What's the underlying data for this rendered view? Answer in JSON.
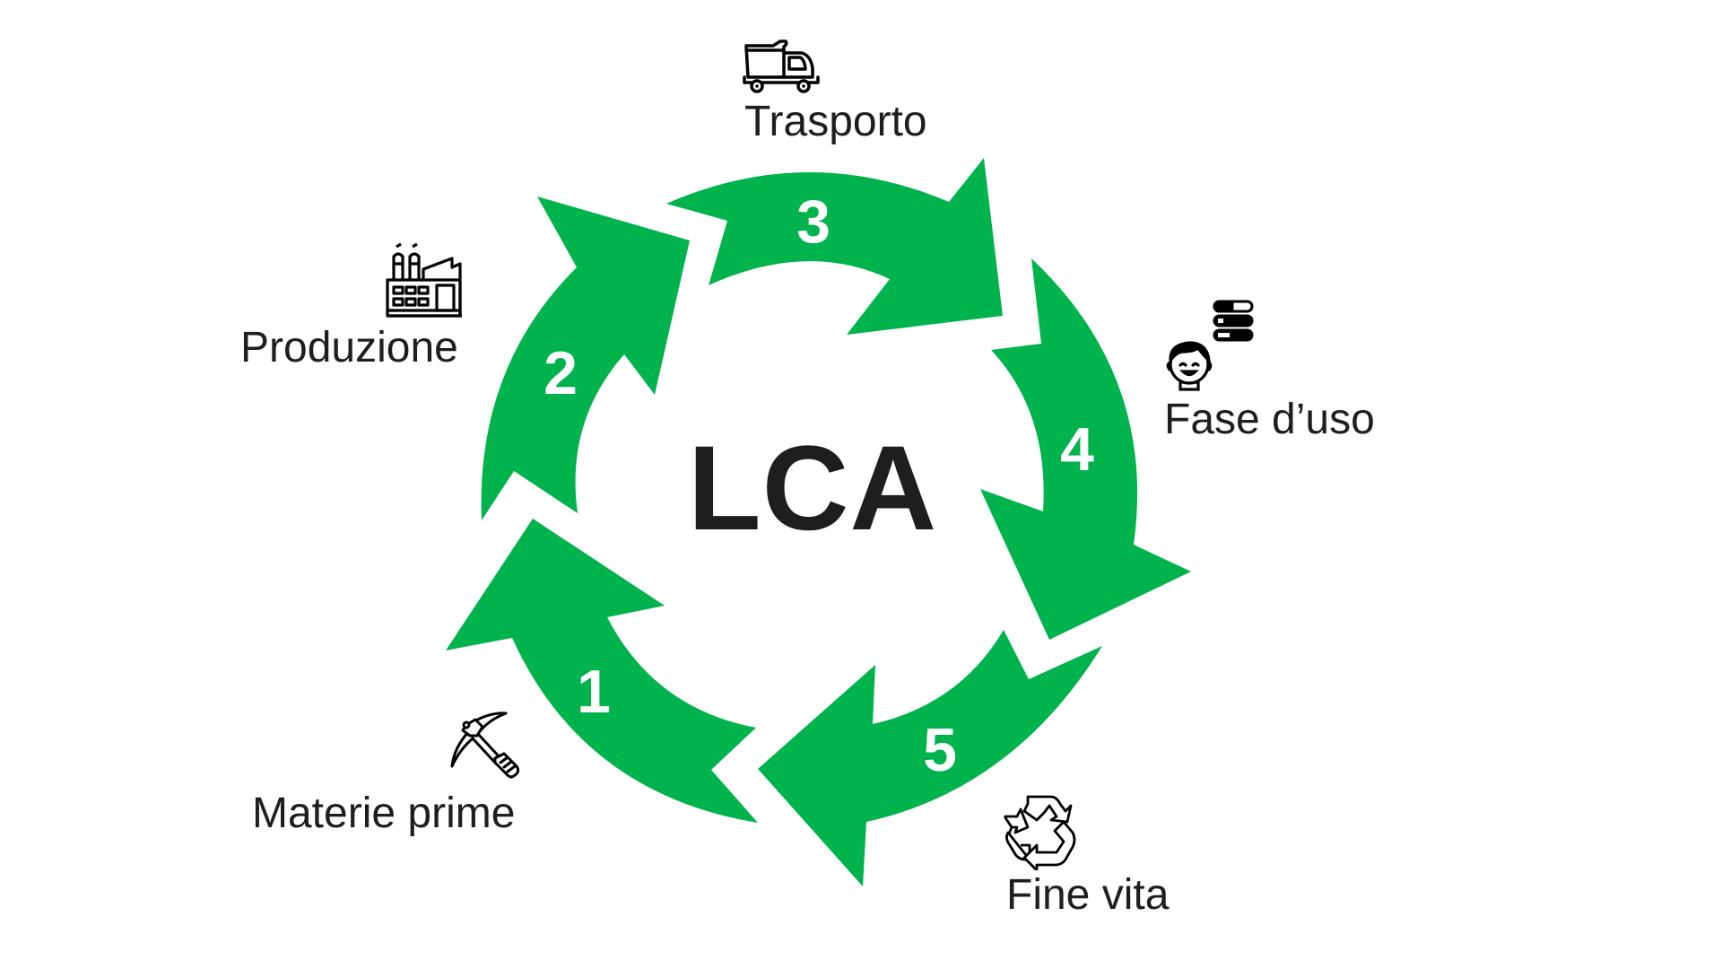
{
  "title": "LCA",
  "accent_color": "#00b34c",
  "stages": [
    {
      "number": "1",
      "label": "Materie prime",
      "icon": "pickaxe-icon"
    },
    {
      "number": "2",
      "label": "Produzione",
      "icon": "factory-icon"
    },
    {
      "number": "3",
      "label": "Trasporto",
      "icon": "truck-icon"
    },
    {
      "number": "4",
      "label": "Fase d’uso",
      "icon": "person-usage-icon"
    },
    {
      "number": "5",
      "label": "Fine vita",
      "icon": "recycle-icon"
    }
  ]
}
